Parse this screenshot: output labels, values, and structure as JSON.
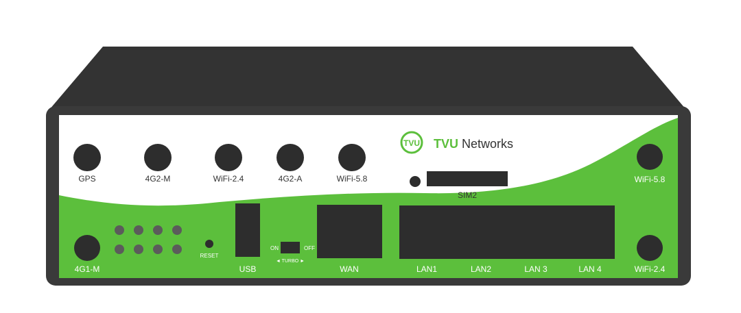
{
  "brand": {
    "logo_text": "TVU",
    "name_bold": "TVU",
    "name_rest": " Networks"
  },
  "colors": {
    "body": "#3a3a3a",
    "top": "#333333",
    "face_white": "#ffffff",
    "face_green": "#5cbf3c",
    "port": "#2d2d2d",
    "led": "#5b5b5b"
  },
  "top_antennas": [
    {
      "label": "GPS"
    },
    {
      "label": "4G2-M"
    },
    {
      "label": "WiFi-2.4"
    },
    {
      "label": "4G2-A"
    },
    {
      "label": "WiFi-5.8"
    }
  ],
  "right_antennas": [
    {
      "label": "WiFi-5.8"
    },
    {
      "label": "WiFi-2.4"
    }
  ],
  "left_antenna": {
    "label": "4G1-M"
  },
  "sim": {
    "label": "SIM2"
  },
  "reset": {
    "label": "RESET"
  },
  "usb": {
    "label": "USB"
  },
  "turbo": {
    "on": "ON",
    "off": "OFF",
    "label": "◄ TURBO ►"
  },
  "wan": {
    "label": "WAN"
  },
  "lan_ports": [
    {
      "label": "LAN1"
    },
    {
      "label": "LAN2"
    },
    {
      "label": "LAN 3"
    },
    {
      "label": "LAN 4"
    }
  ]
}
